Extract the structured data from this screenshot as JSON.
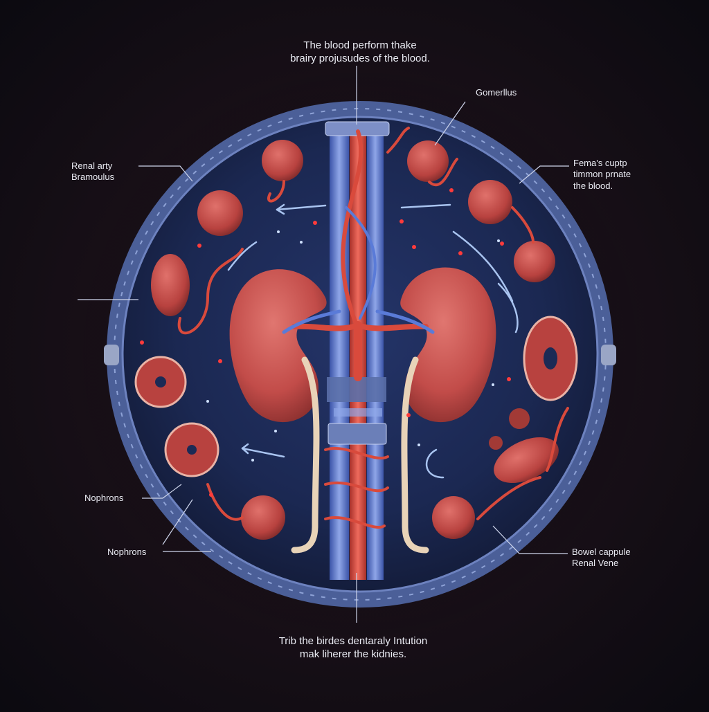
{
  "labels": {
    "top_line1": "The blood perform thake",
    "top_line2": "brairy projusudes of the blood.",
    "gomerllus": "Gomerllus",
    "renal_artery_line1": "Renal arty",
    "renal_artery_line2": "Bramoulus",
    "femas_line1": "Fema's cuptp",
    "femas_line2": "timmon prnate",
    "femas_line3": "the blood.",
    "nephrons_1": "Nophrons",
    "nephrons_2": "Nophrons",
    "bowel_capsule": "Bowel cappule",
    "renal_vene": "Renal Vene",
    "bottom_line1": "Trib the birdes dentaraly Intution",
    "bottom_line2": "mak liherer the kidnies."
  },
  "colors": {
    "background": "#14101a",
    "disc_fill": "#1c2a55",
    "disc_rim": "#5a6fa8",
    "kidney": "#c4504f",
    "artery": "#d94a3c",
    "vein": "#5a7bd8",
    "ureter": "#e8d3b8"
  }
}
